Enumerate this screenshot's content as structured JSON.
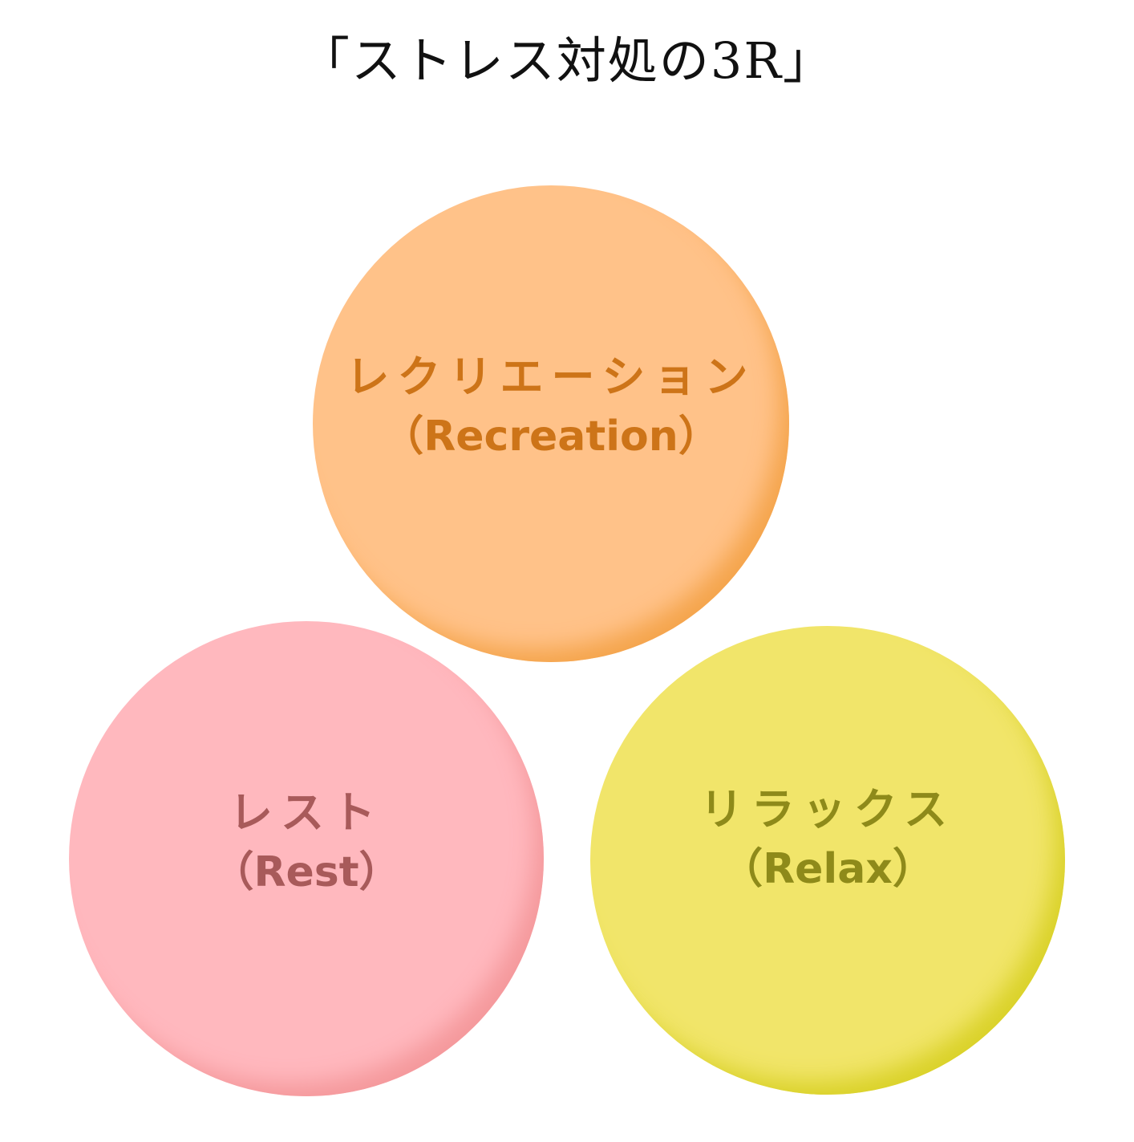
{
  "title": "「ストレス対処の3R」",
  "colors": {
    "recreation_fill": "#FFC289",
    "recreation_rim": "#F5A54D",
    "recreation_text": "#CD7418",
    "rest_fill": "#FFB8BE",
    "rest_rim": "#F5999C",
    "rest_text": "#A85A5A",
    "relax_fill": "#F1E56A",
    "relax_rim": "#DAD22A",
    "relax_text": "#8E8A1A"
  },
  "circles": [
    {
      "id": "recreation",
      "label_jp": "レクリエーション",
      "label_en": "（Recreation）"
    },
    {
      "id": "rest",
      "label_jp": "レスト",
      "label_en": "（Rest）"
    },
    {
      "id": "relax",
      "label_jp": "リラックス",
      "label_en": "（Relax）"
    }
  ]
}
